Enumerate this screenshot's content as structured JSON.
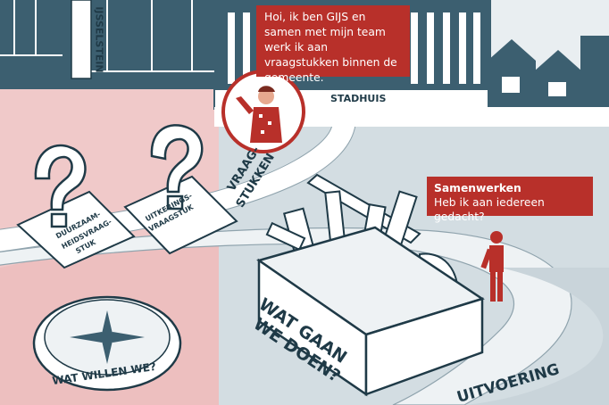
{
  "signs": {
    "ijsselstein": "IJSSELSTEIN",
    "stadhuis": "STADHUIS"
  },
  "speech": {
    "gijs": "Hoi, ik ben GIJS en samen met mijn team werk ik aan vraagstukken binnen de gemeente.",
    "team_title": "Samenwerken",
    "team_text": "Heb ik aan iedereen gedacht?"
  },
  "labels": {
    "vraagstukken_1": "VRAAG-",
    "vraagstukken_2": "STUKKEN",
    "duurzaamheid_1": "DUURZAAM-",
    "duurzaamheid_2": "HEIDSVRAAG-",
    "duurzaamheid_3": "STUK",
    "uitkering_1": "UITKERINGS-",
    "uitkering_2": "VRAAGSTUK",
    "compass": "WAT WILLEN WE?",
    "toolbox_1": "WAT GAAN",
    "toolbox_2": "WE DOEN?",
    "uitvoering": "UITVOERING"
  },
  "colors": {
    "navy": "#3c5f70",
    "dark": "#1f3a47",
    "red": "#b8302a",
    "pink_zone": "#f1c6c6",
    "light_zone": "#d6e0e5"
  }
}
